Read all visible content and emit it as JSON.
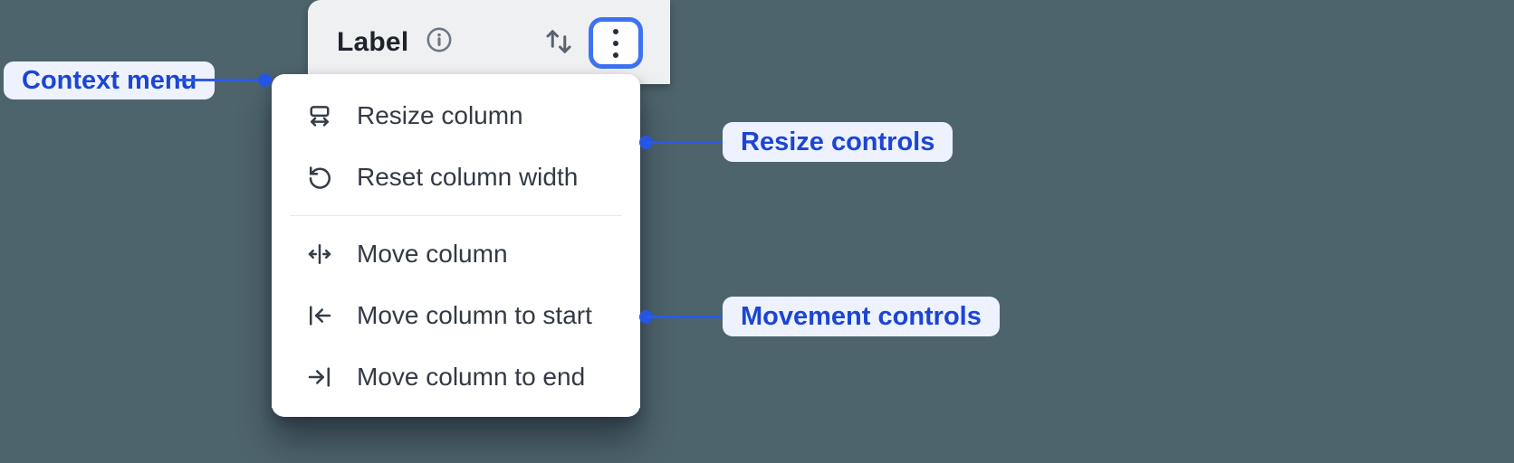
{
  "header": {
    "title": "Label",
    "icons": [
      "info-icon",
      "sort-icon",
      "kebab-menu-icon"
    ]
  },
  "context_menu": {
    "resize_group": [
      {
        "icon": "resize-column-icon",
        "label": "Resize column"
      },
      {
        "icon": "reset-column-width-icon",
        "label": "Reset column width"
      }
    ],
    "movement_group": [
      {
        "icon": "move-column-icon",
        "label": "Move column"
      },
      {
        "icon": "move-column-to-start-icon",
        "label": "Move column to start"
      },
      {
        "icon": "move-column-to-end-icon",
        "label": "Move column to end"
      }
    ]
  },
  "annotations": {
    "context_menu": {
      "label": "Context menu"
    },
    "resize_controls": {
      "label": "Resize controls"
    },
    "movement_controls": {
      "label": "Movement controls"
    }
  },
  "colors": {
    "background": "#4e646c",
    "header_background": "#eff0f2",
    "menu_background": "#ffffff",
    "accent_blue": "#2b5ae8",
    "focus_ring_blue": "#3d73f3",
    "annotation_pill_background": "#edf2fe",
    "annotation_text_blue": "#1c45d3",
    "menu_text": "#333a45"
  }
}
